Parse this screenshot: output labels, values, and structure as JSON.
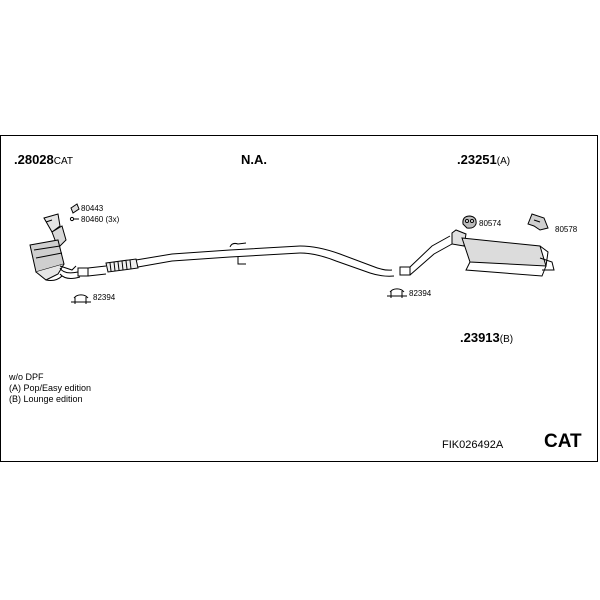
{
  "parts": {
    "cat": {
      "num": ".28028",
      "suffix": "CAT"
    },
    "na": "N.A.",
    "rear_a": {
      "num": ".23251",
      "suffix": "(A)"
    },
    "rear_b": {
      "num": ".23913",
      "suffix": "(B)"
    }
  },
  "small_parts": {
    "p80443": "80443",
    "p80460": "80460 (3x)",
    "p82394_left": "82394",
    "p82394_right": "82394",
    "p80574": "80574",
    "p80578": "80578"
  },
  "notes": [
    "w/o DPF",
    "(A) Pop/Easy edition",
    "(B) Lounge edition"
  ],
  "footer": {
    "code": "FIK026492A",
    "cat": "CAT"
  }
}
